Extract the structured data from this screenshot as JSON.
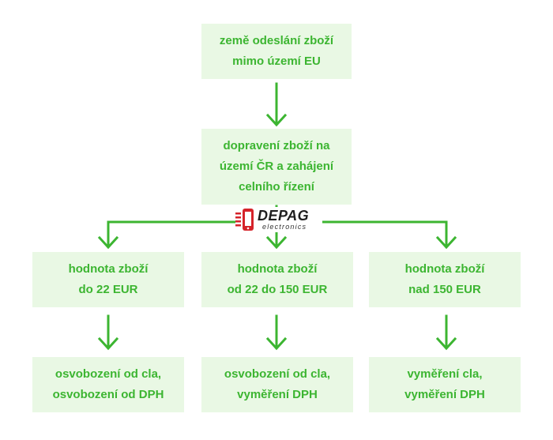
{
  "colors": {
    "box_fill": "#e9f8e4",
    "text": "#3cb531",
    "line": "#3cb531",
    "logo_red": "#d5232a"
  },
  "nodes": {
    "origin": "země odeslání zboží\nmimo území EU",
    "transport": "dopravení zboží na\núzemí ČR a zahájení\ncelního řízení",
    "value_low": "hodnota zboží\ndo 22 EUR",
    "value_mid": "hodnota zboží\nod 22 do 150 EUR",
    "value_high": "hodnota zboží\nnad 150 EUR",
    "result_low": "osvobození od cla,\nosvobození od DPH",
    "result_mid": "osvobození od cla,\nvyměření DPH",
    "result_high": "vyměření cla,\nvyměření DPH"
  },
  "logo": {
    "name": "DEPAG",
    "sub": "electronics"
  }
}
